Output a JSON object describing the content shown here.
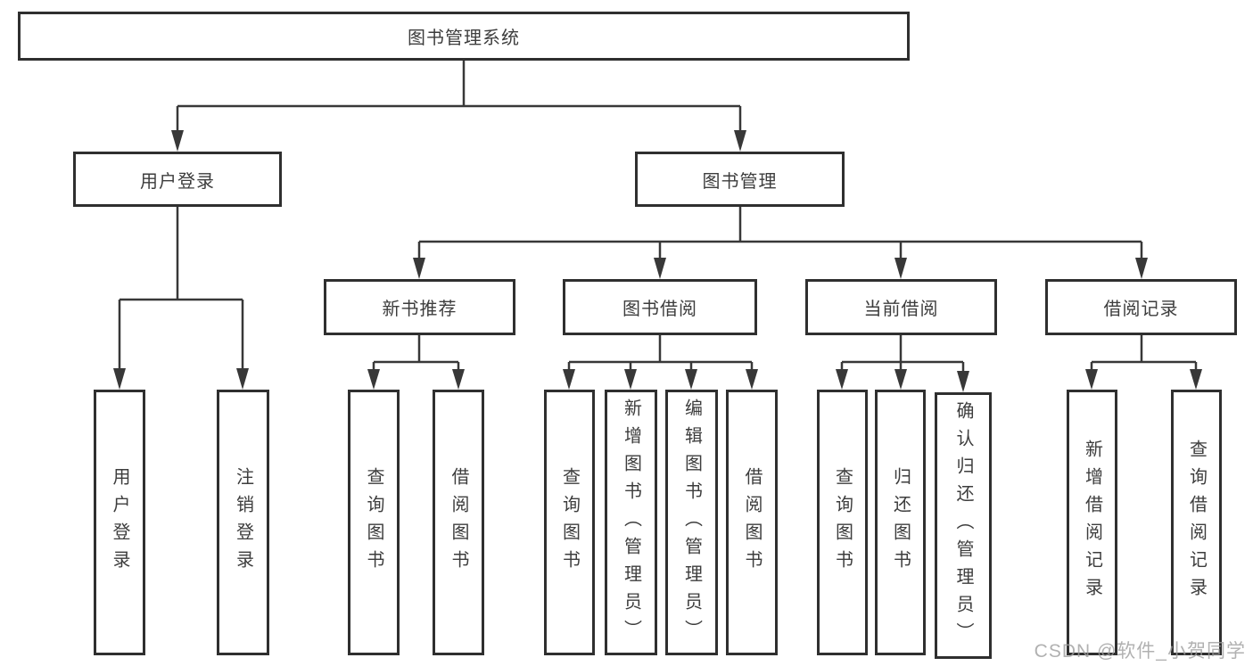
{
  "diagram": {
    "title": "图书管理系统",
    "tree": {
      "label": "图书管理系统",
      "children": [
        {
          "label": "用户登录",
          "children": [
            {
              "label": "用户登录"
            },
            {
              "label": "注销登录"
            }
          ]
        },
        {
          "label": "图书管理",
          "children": [
            {
              "label": "新书推荐",
              "children": [
                {
                  "label": "查询图书"
                },
                {
                  "label": "借阅图书"
                }
              ]
            },
            {
              "label": "图书借阅",
              "children": [
                {
                  "label": "查询图书"
                },
                {
                  "label": "新增图书（管理员）"
                },
                {
                  "label": "编辑图书（管理员）"
                },
                {
                  "label": "借阅图书"
                }
              ]
            },
            {
              "label": "当前借阅",
              "children": [
                {
                  "label": "查询图书"
                },
                {
                  "label": "归还图书"
                },
                {
                  "label": "确认归还（管理员）"
                }
              ]
            },
            {
              "label": "借阅记录",
              "children": [
                {
                  "label": "新增借阅记录"
                },
                {
                  "label": "查询借阅记录"
                }
              ]
            }
          ]
        }
      ]
    }
  },
  "watermark": {
    "text": "CSDN @软件_小贺同学",
    "color": "#9e9e9e"
  },
  "colors": {
    "line": "#383838",
    "border": "#2f2f2f",
    "text": "#3d3d3d",
    "background": "#ffffff"
  }
}
